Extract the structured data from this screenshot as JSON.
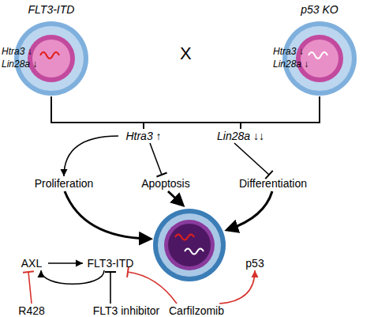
{
  "diagram": {
    "nodes": [
      {
        "text": [
          "FLT3-ITD"
        ]
      },
      {
        "text": [
          "p53 KO"
        ]
      },
      {
        "text": [
          "Htra3 ↑"
        ]
      },
      {
        "text": [
          "Lin28a ↓↓"
        ]
      },
      {
        "text": [
          "Proliferation"
        ]
      },
      {
        "text": [
          "Apoptosis"
        ]
      },
      {
        "text": [
          "Differentiation"
        ]
      },
      {
        "text": [
          "AXL"
        ]
      },
      {
        "text": [
          "FLT3-ITD"
        ]
      },
      {
        "text": [
          "p53"
        ]
      },
      {
        "text": [
          "R428"
        ]
      },
      {
        "text": [
          "FLT3 inhibitor"
        ]
      },
      {
        "text": [
          "Carfilzomib"
        ]
      }
    ],
    "edges": [
      {
        "from": 0,
        "to": 2,
        "arrow": "none"
      },
      {
        "from": 0,
        "to": 3,
        "arrow": "none"
      },
      {
        "from": 1,
        "to": 2,
        "arrow": "none"
      },
      {
        "from": 1,
        "to": 3,
        "arrow": "none"
      },
      {
        "from": 2,
        "to": 4,
        "arrow": "to"
      },
      {
        "from": 2,
        "to": 5,
        "arrow": "to"
      },
      {
        "from": 3,
        "to": 6,
        "arrow": "to"
      },
      {
        "from": 7,
        "to": 8,
        "arrow": "to"
      },
      {
        "from": 8,
        "to": 7,
        "arrow": "to"
      },
      {
        "from": 10,
        "to": 7,
        "arrow": "to"
      },
      {
        "from": 11,
        "to": 8,
        "arrow": "to"
      },
      {
        "from": 12,
        "to": 8,
        "arrow": "to"
      },
      {
        "from": 12,
        "to": 9,
        "arrow": "to"
      }
    ],
    "labels": [
      "Htra3 ↓",
      "Lin28a ↓",
      "X",
      "Htra3 ↓",
      "Lin28a ↓"
    ]
  }
}
